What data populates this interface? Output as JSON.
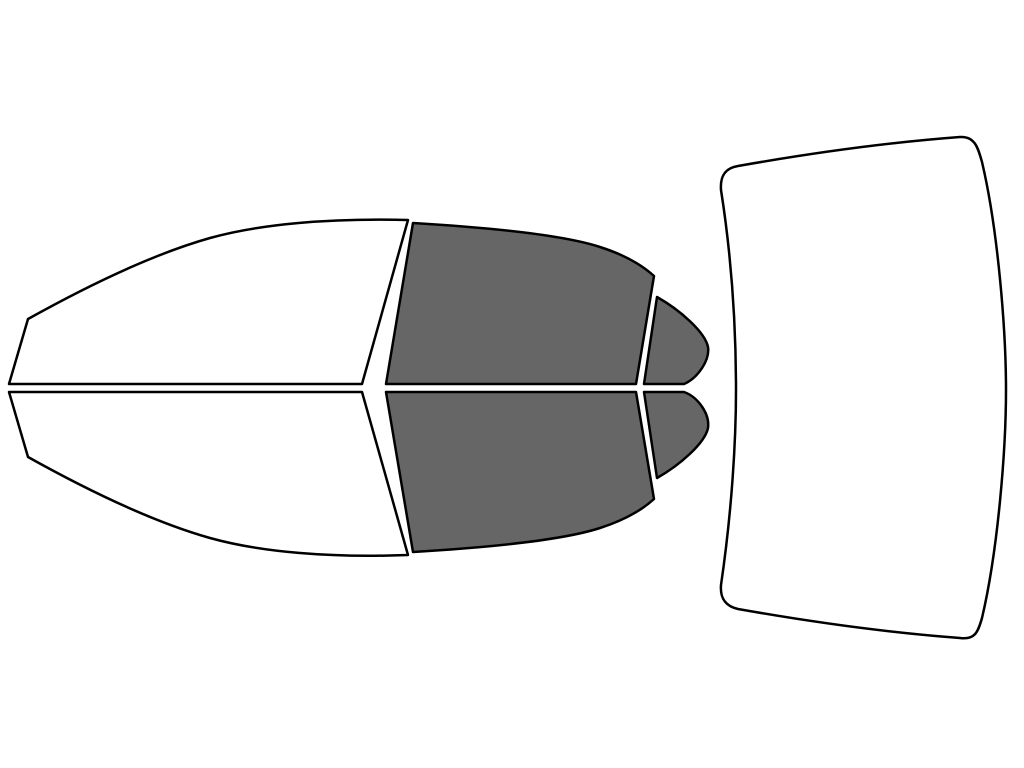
{
  "colors": {
    "background": "#ffffff",
    "outline": "#000000",
    "untinted": "#ffffff",
    "tinted": "#666666"
  },
  "windows": [
    {
      "id": "front-left-door",
      "tinted": false
    },
    {
      "id": "front-right-door",
      "tinted": false
    },
    {
      "id": "rear-left-door",
      "tinted": true
    },
    {
      "id": "rear-right-door",
      "tinted": true
    },
    {
      "id": "rear-left-quarter",
      "tinted": true
    },
    {
      "id": "rear-right-quarter",
      "tinted": true
    },
    {
      "id": "rear-windshield",
      "tinted": false
    }
  ]
}
